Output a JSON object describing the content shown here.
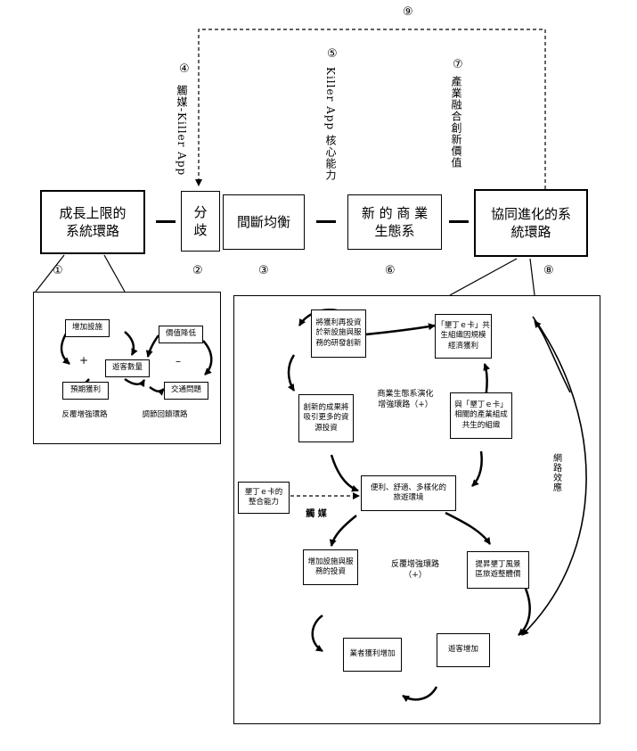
{
  "stages": {
    "growth_limits": "成長上限的\n系統環路",
    "bifurcation": "分\n歧",
    "punctuated": "間斷均衡",
    "new_ecosystem": "新 的 商 業\n生態系",
    "coevolution": "協同進化的系\n統環路"
  },
  "numbers": {
    "n1": "①",
    "n2": "②",
    "n3": "③",
    "n4": "④",
    "n5": "⑤",
    "n6": "⑥",
    "n7": "⑦",
    "n8": "⑧",
    "n9": "⑨"
  },
  "annotations": {
    "catalyst": "觸媒-Killer App",
    "core": "Killer App 核心能力",
    "fusion": "產業融合創新價值"
  },
  "left_panel": {
    "add_facilities": "增加設施",
    "expected_profit": "預期獲利",
    "visitors": "遊客數量",
    "value_drop": "價值降低",
    "traffic": "交通問題",
    "plus": "+",
    "minus": "–",
    "reinforcing": "反覆增強環路",
    "balancing": "調節回饋環路"
  },
  "right_panel": {
    "reinvest": "將獲利再投資\n於新設施與服\n務的研發創新",
    "symbiosis": "「墾丁ｅ卡」共\n生組織因規模\n經濟獲利",
    "attract": "創新的成果將\n吸引更多的資\n源投資",
    "related": "與「墾丁ｅ卡」\n相關的產業組成\n共生的組織",
    "ecard_ability": "墾丁ｅ卡的\n整合能力",
    "environment": "便利、舒適、多樣化的\n旅遊環境",
    "invest_more": "增加設施與服\n務的投資",
    "quality": "提昇墾丁風景\n區旅遊整體價",
    "profit_up": "業者獲利增加",
    "visitors_up": "遊客增加",
    "eco_loop": "商業生態系演化\n增強環路（+）",
    "repeat_loop": "反覆增強環路\n（+）",
    "catalyst": "觸 媒",
    "network": "網路效應"
  }
}
